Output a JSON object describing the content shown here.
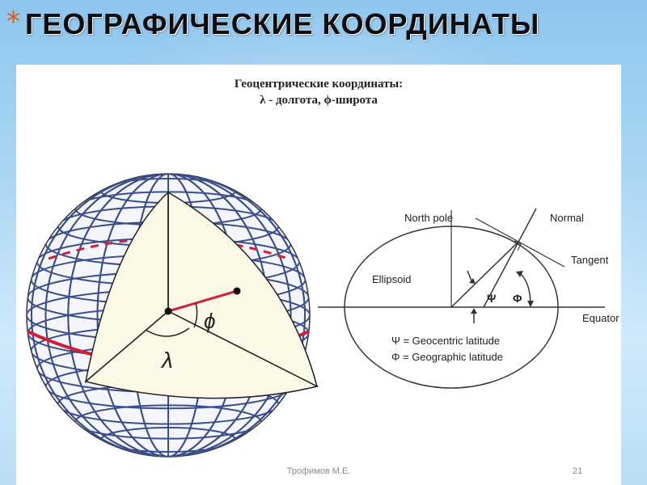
{
  "slide": {
    "bullet": "*",
    "title": "ГЕОГРАФИЧЕСКИЕ КООРДИНАТЫ"
  },
  "figure": {
    "caption_line1": "Геоцентрические координаты:",
    "caption_line2": "λ - долгота, ϕ-широта",
    "globe": {
      "phi_symbol": "ϕ",
      "lambda_symbol": "λ",
      "colors": {
        "grid": "#3a4e8c",
        "equator": "#d0203a",
        "wedge": "#fbf9e6",
        "outline": "#222222"
      }
    },
    "ellipsoid": {
      "north_pole": "North pole",
      "normal": "Normal",
      "tangent": "Tangent",
      "ellipsoid": "Ellipsoid",
      "equator": "Equator",
      "psi_symbol": "Ψ",
      "phi_symbol": "Φ",
      "legend_psi": "Ψ = Geocentric latitude",
      "legend_phi": "Φ = Geographic latitude"
    }
  },
  "footer": {
    "author": "Трофимов М.Е.",
    "page": "21"
  }
}
